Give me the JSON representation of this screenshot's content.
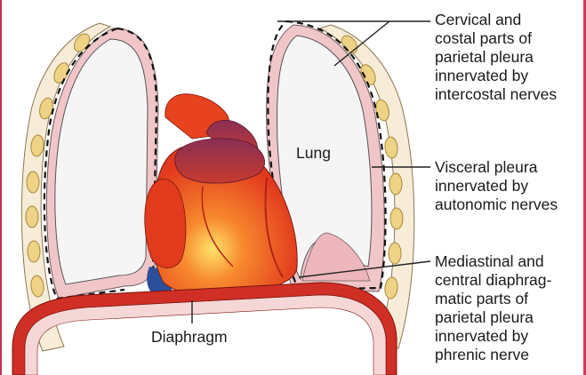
{
  "labels": {
    "lung": "Lung",
    "diaphragm": "Diaphragm"
  },
  "callouts": {
    "parietal_cervical_costal": [
      "Cervical and",
      "costal parts of",
      "parietal pleura",
      "innervated by",
      "intercostal nerves"
    ],
    "visceral": [
      "Visceral pleura",
      "innervated by",
      "autonomic nerves"
    ],
    "mediastinal_diaphragmatic": [
      "Mediastinal and",
      "central diaphrag-",
      "matic parts of",
      "parietal pleura",
      "innervated by",
      "phrenic nerve"
    ]
  },
  "colors": {
    "rib": "#f1dd9a",
    "rib_outline": "#b99a40",
    "pleura": "#f1c7cb",
    "lung_fill": "#f4f4f4",
    "heart": "#e9431f",
    "atria": "#8b2f4c",
    "diaphragm": "#cf2f25",
    "vein": "#2c4f9c"
  }
}
